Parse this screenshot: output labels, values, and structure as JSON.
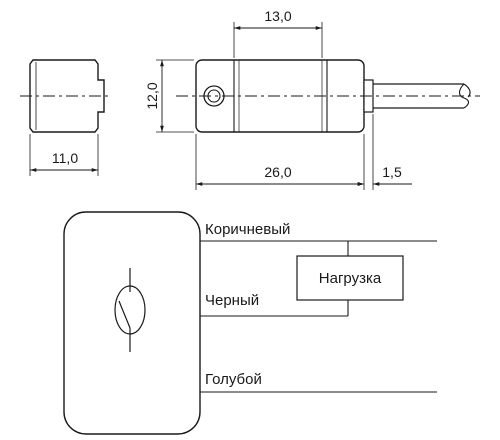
{
  "dimensions": {
    "top_length": "13,0",
    "height": "12,0",
    "side_width": "11,0",
    "total_length": "26,0",
    "cable_offset": "1,5"
  },
  "wiring": {
    "wires": [
      "Коричневый",
      "Черный",
      "Голубой"
    ],
    "load_label": "Нагрузка"
  },
  "colors": {
    "line": "#1a1a1a",
    "background": "#ffffff"
  }
}
